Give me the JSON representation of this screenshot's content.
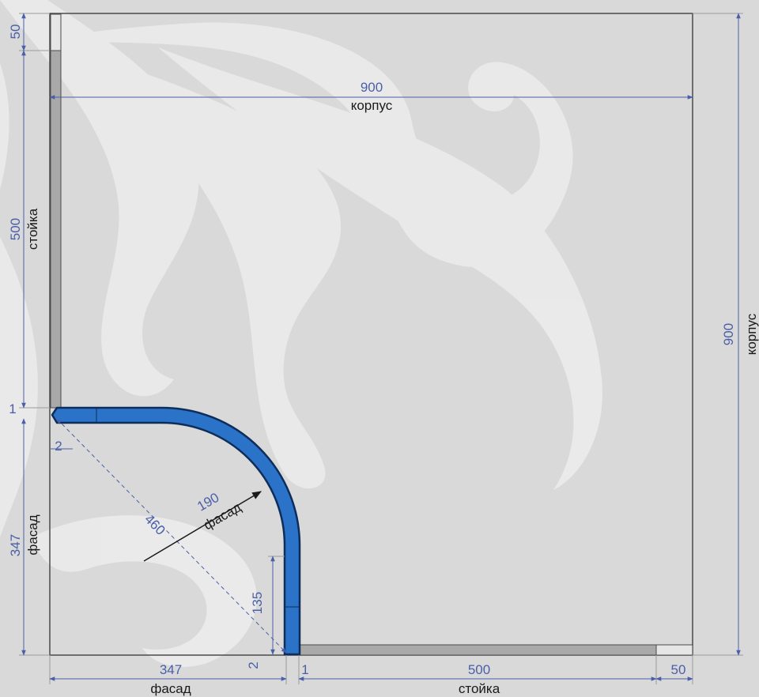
{
  "colors": {
    "background": "#d9d9d9",
    "ornament": "#ececec",
    "outline": "#4a4a4a",
    "dimension": "#4a5fa8",
    "facade_fill": "#2a73c8",
    "facade_edge": "#0e2d5a",
    "stand_fill": "#a9a9a9"
  },
  "labels": {
    "top_width": "900",
    "top_caption": "корпус",
    "right_height": "900",
    "right_caption": "корпус",
    "left_top_gap": "50",
    "left_stand_value": "500",
    "left_stand_caption": "стойка",
    "left_joint": "1",
    "left_offset": "2",
    "left_facade_value": "347",
    "left_facade_caption": "фасад",
    "diagonal": "460",
    "radius_value": "190",
    "radius_caption": "фасад",
    "vertical_part": "135",
    "bottom_offset": "2",
    "bottom_joint": "1",
    "bottom_facade_value": "347",
    "bottom_facade_caption": "фасад",
    "bottom_stand_value": "500",
    "bottom_stand_caption": "стойка",
    "bottom_right_gap": "50"
  }
}
